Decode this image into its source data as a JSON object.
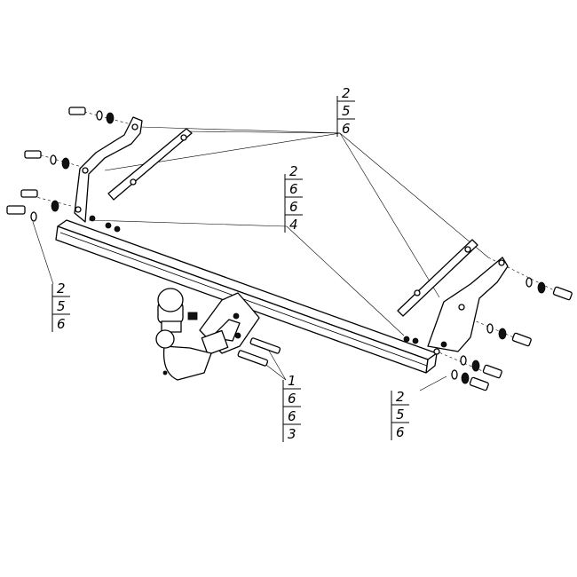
{
  "callouts": {
    "top_right": [
      "2",
      "5",
      "6"
    ],
    "center": [
      "2",
      "6",
      "6",
      "4"
    ],
    "left": [
      "2",
      "5",
      "6"
    ],
    "bottom_center": [
      "1",
      "6",
      "6",
      "3"
    ],
    "bottom_right": [
      "2",
      "5",
      "6"
    ]
  }
}
